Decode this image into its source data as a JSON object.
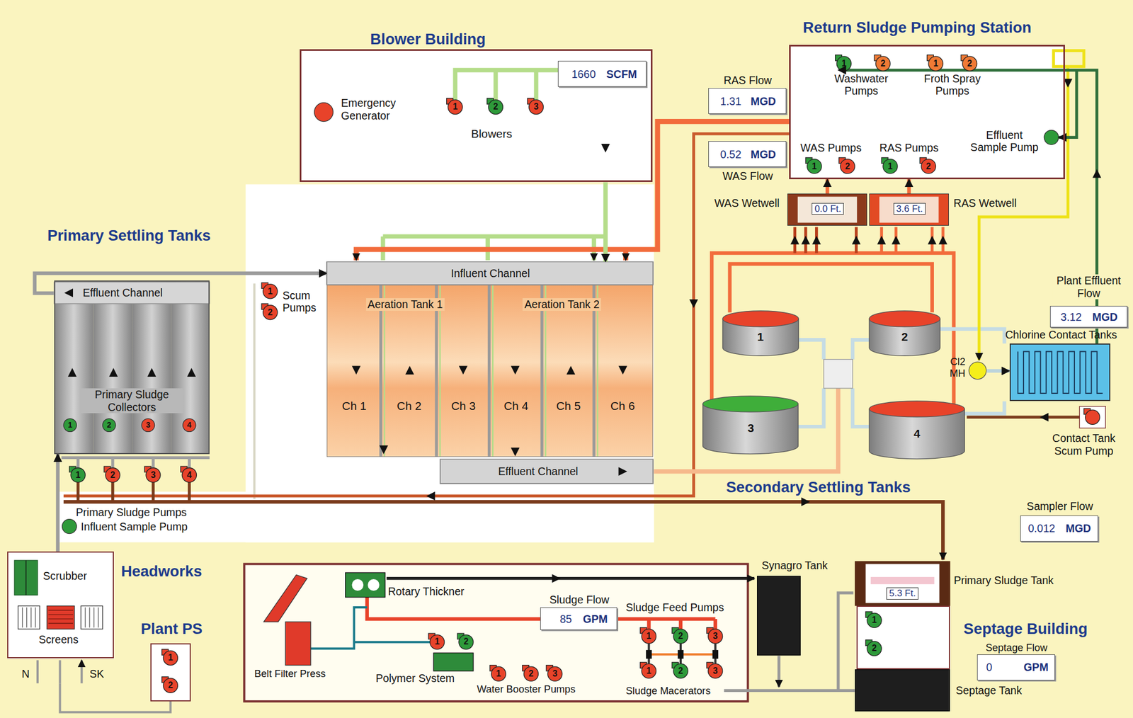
{
  "diagram": {
    "nodes": [
      {
        "text": [
          "Blower Building"
        ]
      },
      {
        "text": [
          "1660",
          "SCFM"
        ],
        "in": 0
      },
      {
        "text": [
          "Return Sludge Pumping Station"
        ]
      },
      {
        "text": [
          "RAS Flow",
          "1.31",
          "MGD"
        ]
      },
      {
        "text": [
          "0.52",
          "MGD",
          "WAS Flow"
        ]
      },
      {
        "text": [
          "WAS Wetwell",
          "0.0 Ft."
        ]
      },
      {
        "text": [
          "3.6 Ft.",
          "RAS Wetwell"
        ]
      },
      {
        "text": [
          "Primary Settling Tanks",
          "Primary Sludge Collectors"
        ]
      },
      {
        "text": [
          "Effluent Channel"
        ],
        "in": 7
      },
      {
        "text": [
          "Influent Channel"
        ]
      },
      {
        "text": [
          "Aeration Tank 1",
          "Aeration Tank 2"
        ]
      },
      {
        "text": [
          "Ch 1"
        ],
        "in": 10
      },
      {
        "text": [
          "Ch 2"
        ],
        "in": 10
      },
      {
        "text": [
          "Ch 3"
        ],
        "in": 10
      },
      {
        "text": [
          "Ch 4"
        ],
        "in": 10
      },
      {
        "text": [
          "Ch 5"
        ],
        "in": 10
      },
      {
        "text": [
          "Ch 6"
        ],
        "in": 10
      },
      {
        "text": [
          "Effluent Channel"
        ]
      },
      {
        "text": [
          "1"
        ]
      },
      {
        "text": [
          "2"
        ]
      },
      {
        "text": [
          "3"
        ]
      },
      {
        "text": [
          "4"
        ]
      },
      {
        "text": [
          "Cl2 MH"
        ]
      },
      {
        "text": [
          "Chlorine Contact Tanks"
        ]
      },
      {
        "text": [
          "Plant Effluent Flow",
          "3.12",
          "MGD"
        ]
      },
      {
        "text": [
          "Sampler Flow",
          "0.012",
          "MGD"
        ]
      },
      {
        "text": [
          "Headworks",
          "Scrubber",
          "Screens"
        ]
      },
      {
        "text": [
          "Plant PS"
        ]
      },
      {
        "text": [
          "Sludge Flow",
          "85",
          "GPM"
        ]
      },
      {
        "text": [
          "Synagro Tank"
        ]
      },
      {
        "text": [
          "5.3 Ft.",
          "Primary Sludge Tank"
        ]
      },
      {
        "text": [
          "Septage Building"
        ]
      },
      {
        "text": [
          "Septage Flow",
          "0",
          "GPM"
        ]
      },
      {
        "text": [
          "Septage Tank"
        ]
      }
    ],
    "edges": [
      {
        "from": 26,
        "to": 7,
        "arrow": "to"
      },
      {
        "from": 8,
        "to": 9,
        "arrow": "to"
      },
      {
        "from": 0,
        "to": 9,
        "arrow": "to"
      },
      {
        "from": 22,
        "to": 23,
        "arrow": "to"
      },
      {
        "from": 5,
        "to": 2,
        "arrow": "to"
      },
      {
        "from": 6,
        "to": 2,
        "arrow": "to"
      }
    ],
    "labels": [
      "Emergency Generator",
      "1",
      "2",
      "3",
      "Blowers",
      "Washwater Pumps",
      "1",
      "2",
      "Froth Spray Pumps",
      "1",
      "2",
      "Effluent Sample Pump",
      "WAS Pumps",
      "1",
      "2",
      "RAS Pumps",
      "1",
      "2",
      "1",
      "Scum Pumps",
      "2",
      "1",
      "2",
      "3",
      "4",
      "1",
      "2",
      "3",
      "4",
      "Primary Sludge Pumps",
      "Influent Sample Pump",
      "Secondary Settling Tanks",
      "Contact Tank Scum Pump",
      "N",
      "SK",
      "1",
      "2",
      "Rotary Thickner",
      "Belt Filter Press",
      "Polymer System",
      "1",
      "2",
      "Water Booster Pumps",
      "1",
      "2",
      "3",
      "Sludge Feed Pumps",
      "1",
      "2",
      "3",
      "1",
      "2",
      "3",
      "Sludge Macerators",
      "1",
      "2"
    ]
  }
}
